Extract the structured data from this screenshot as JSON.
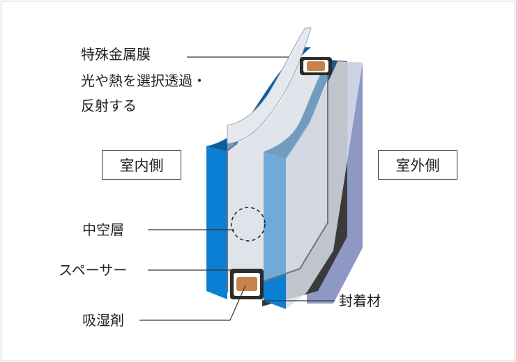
{
  "labels": {
    "special_film": "特殊金属膜",
    "film_desc_line1": "光や熱を選択透過・",
    "film_desc_line2": "反射する",
    "indoor": "室内側",
    "outdoor": "室外側",
    "hollow_layer": "中空層",
    "spacer": "スペーサー",
    "desiccant": "吸湿剤",
    "sealant": "封着材"
  },
  "colors": {
    "glass_blue": "#0a7fd4",
    "glass_dark_blue": "#0b5fa0",
    "sealant_dark": "#3a3a3a",
    "outer_side": "#8e98c4",
    "desiccant": "#c8824a",
    "spacer_gray": "#a8acb2"
  }
}
